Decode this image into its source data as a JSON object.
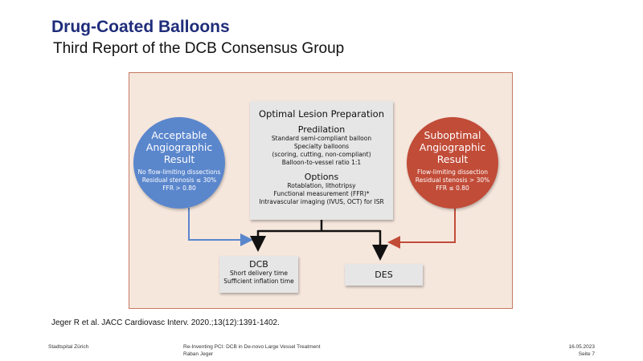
{
  "header": {
    "title": "Drug-Coated Balloons",
    "subtitle": "Third Report of the DCB Consensus Group"
  },
  "figure": {
    "acceptable": {
      "title": [
        "Acceptable",
        "Angiographic",
        "Result"
      ],
      "criteria": [
        "No flow-limiting dissections",
        "Residual stenosis ≤ 30%",
        "FFR > 0.80"
      ],
      "color": "#5a86cc"
    },
    "suboptimal": {
      "title": [
        "Suboptimal",
        "Angiographic",
        "Result"
      ],
      "criteria": [
        "Flow-limiting dissection",
        "Residual stenosis > 30%",
        "FFR ≤ 0.80"
      ],
      "color": "#c14c38"
    },
    "preparation": {
      "title": "Optimal Lesion Preparation",
      "predilation_heading": "Predilation",
      "predilation": [
        "Standard semi-compliant balloon",
        "Specialty balloons",
        "(scoring, cutting, non-compliant)",
        "Balloon-to-vessel ratio 1:1"
      ],
      "options_heading": "Options",
      "options": [
        "Rotablation, lithotripsy",
        "Functional measurement (FFR)*",
        "Intravascular imaging (IVUS, OCT) for ISR"
      ]
    },
    "dcb": {
      "title": "DCB",
      "lines": [
        "Short delivery time",
        "Sufficient inflation time"
      ]
    },
    "des": {
      "title": "DES"
    }
  },
  "citation": "Jeger R et al. JACC Cardiovasc Interv. 2020.;13(12):1391-1402.",
  "footer": {
    "left": "Stadtspital Zürich",
    "center": [
      "Re-Inventing PCI: DCB in De-novo Large Vessel Treatment",
      "Raban Jeger"
    ],
    "date": "16.05.2023",
    "page": "Seite 7"
  }
}
